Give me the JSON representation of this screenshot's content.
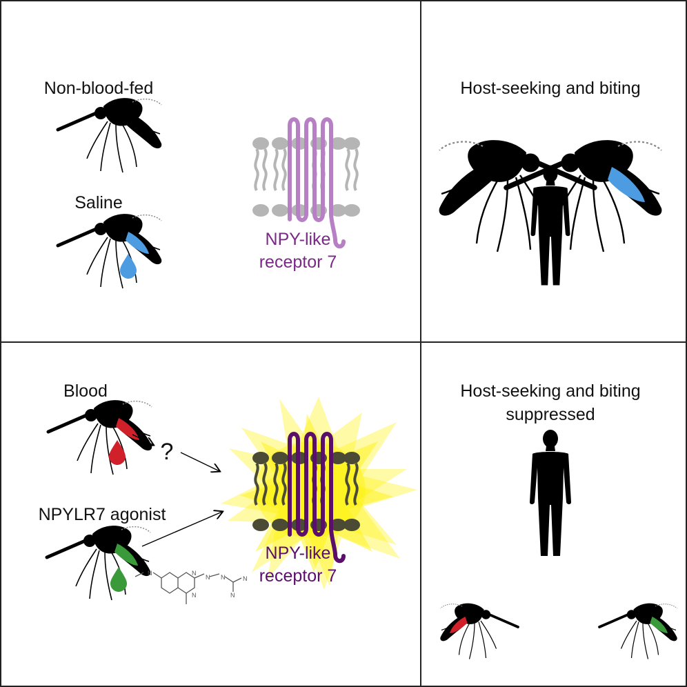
{
  "panels": {
    "top_left": {
      "label_non_blood_fed": "Non-blood-fed",
      "label_saline": "Saline",
      "receptor_line1": "NPY-like",
      "receptor_line2": "receptor 7"
    },
    "top_right": {
      "title": "Host-seeking and biting"
    },
    "bottom_left": {
      "label_blood": "Blood",
      "question_mark": "?",
      "label_agonist": "NPYLR7 agonist",
      "receptor_line1": "NPY-like",
      "receptor_line2": "receptor 7",
      "chem_atoms": [
        "N",
        "N",
        "N",
        "N",
        "N",
        "N",
        "N"
      ]
    },
    "bottom_right": {
      "title_line1": "Host-seeking and biting",
      "title_line2": "suppressed"
    }
  },
  "colors": {
    "border": "#222222",
    "receptor_light": "#b77fc4",
    "receptor_dark": "#5a0f6a",
    "saline": "#4d9be0",
    "blood": "#d0202a",
    "agonist": "#3a9a3a",
    "glow": "#fff200",
    "membrane": "#b5b5b5",
    "membrane_dark": "#4a4a35"
  }
}
